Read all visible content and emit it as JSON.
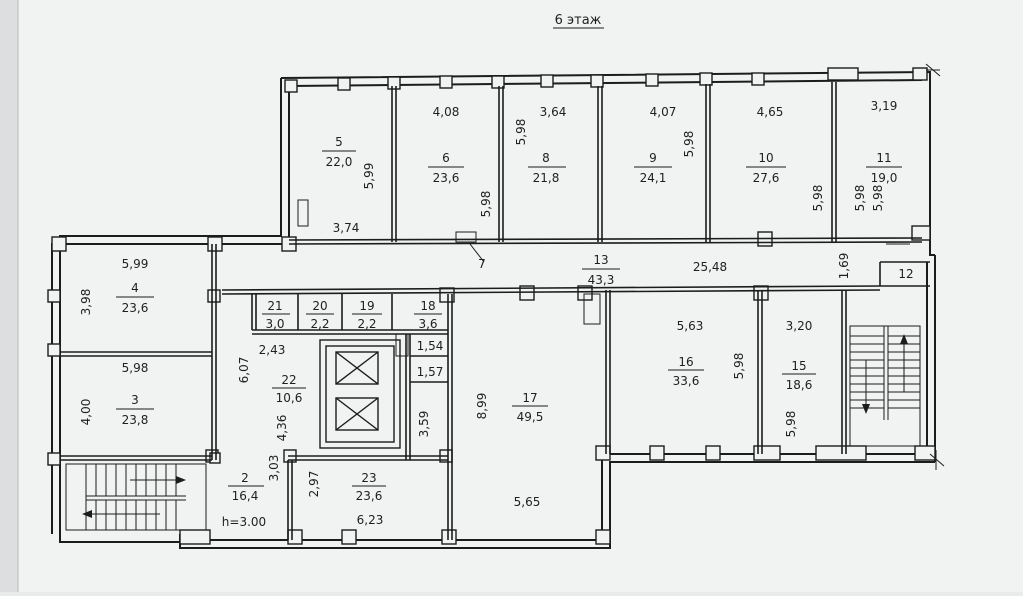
{
  "title": "6 этаж",
  "floor_height": "h=3.00",
  "colors": {
    "paper": "#f2f3f3",
    "ink": "#1c1c1c",
    "margin": "#dadcdc"
  },
  "rooms": [
    {
      "id": "room-5",
      "number": "5",
      "area": "22,0"
    },
    {
      "id": "room-6",
      "number": "6",
      "area": "23,6"
    },
    {
      "id": "room-8",
      "number": "8",
      "area": "21,8"
    },
    {
      "id": "room-9",
      "number": "9",
      "area": "24,1"
    },
    {
      "id": "room-10",
      "number": "10",
      "area": "27,6"
    },
    {
      "id": "room-11",
      "number": "11",
      "area": "19,0"
    },
    {
      "id": "room-4",
      "number": "4",
      "area": "23,6"
    },
    {
      "id": "room-3",
      "number": "3",
      "area": "23,8"
    },
    {
      "id": "room-13",
      "number": "13",
      "area": "43,3"
    },
    {
      "id": "room-21",
      "number": "21",
      "area": "3,0"
    },
    {
      "id": "room-20",
      "number": "20",
      "area": "2,2"
    },
    {
      "id": "room-19",
      "number": "19",
      "area": "2,2"
    },
    {
      "id": "room-18",
      "number": "18",
      "area": "3,6"
    },
    {
      "id": "room-22",
      "number": "22",
      "area": "10,6"
    },
    {
      "id": "room-17",
      "number": "17",
      "area": "49,5"
    },
    {
      "id": "room-16",
      "number": "16",
      "area": "33,6"
    },
    {
      "id": "room-15",
      "number": "15",
      "area": "18,6"
    },
    {
      "id": "room-2",
      "number": "2",
      "area": "16,4"
    },
    {
      "id": "room-23",
      "number": "23",
      "area": "23,6"
    }
  ],
  "room_labels_single": [
    {
      "id": "room-12",
      "text": "12"
    },
    {
      "id": "room-7",
      "text": "7"
    }
  ],
  "dimensions": [
    "3,74",
    "5,99",
    "4,08",
    "5,98",
    "3,64",
    "5,98",
    "4,07",
    "5,98",
    "4,65",
    "5,98",
    "3,19",
    "5,98",
    "5,98",
    "25,48",
    "1,69",
    "5,99",
    "3,98",
    "5,98",
    "4,00",
    "2,43",
    "6,07",
    "4,36",
    "1,54",
    "1,57",
    "3,59",
    "8,99",
    "5,63",
    "5,98",
    "3,20",
    "5,98",
    "3,03",
    "2,97",
    "6,23",
    "5,65"
  ]
}
